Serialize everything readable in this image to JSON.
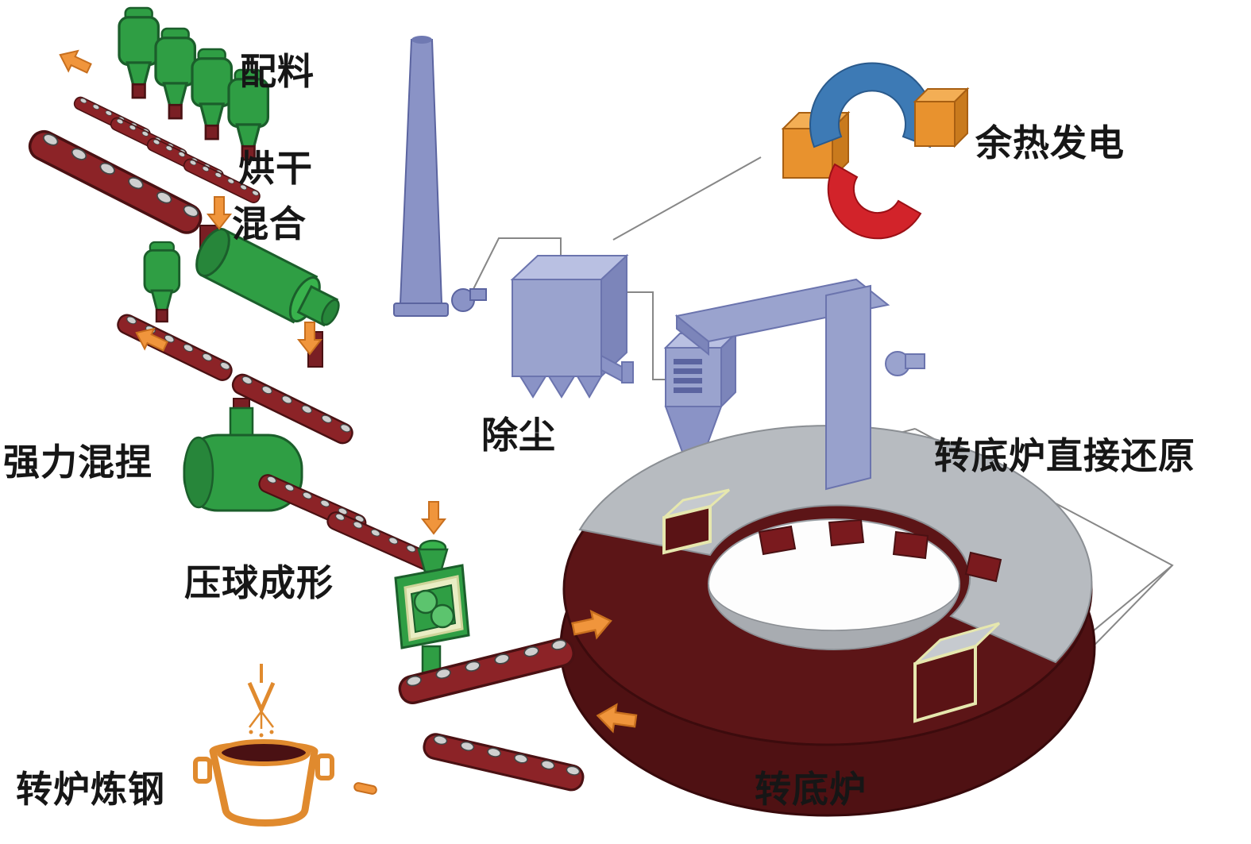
{
  "labels": {
    "batching": "配料",
    "drying_line1": "烘干",
    "drying_line2": "混合",
    "kneading": "强力混捏",
    "briquetting": "压球成形",
    "converter_steelmaking": "转炉炼钢",
    "dedusting": "除尘",
    "waste_heat_power": "余热发电",
    "rhf_direct_reduction": "转底炉直接还原",
    "rotary_hearth_furnace": "转底炉"
  },
  "colors": {
    "conveyor_red": "#8c2327",
    "pipe_dark_red": "#7a1f24",
    "equipment_green": "#2f9e44",
    "duct_blue": "#9aa3ce",
    "chimney_blue": "#8a93c6",
    "furnace_maroon": "#5a1315",
    "roof_gray": "#b7bbc0",
    "arrow_orange": "#f0953c",
    "generator_blue": "#3d7ab5",
    "generator_red": "#d2232a",
    "generator_orange": "#e8922e",
    "ladle_orange": "#e08a2e"
  }
}
